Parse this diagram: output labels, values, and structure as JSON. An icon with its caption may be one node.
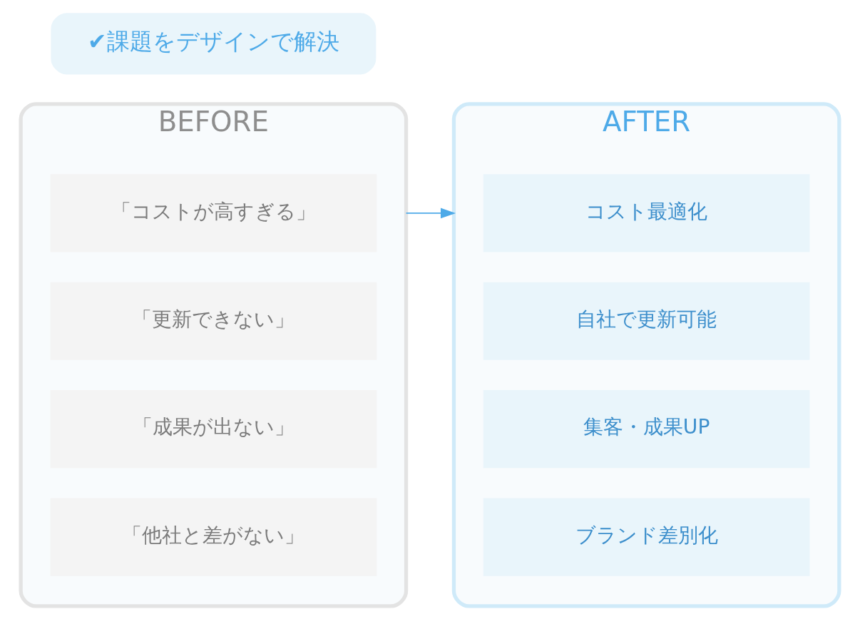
{
  "diagram": {
    "nodes": [
      {
        "text": [
          "BEFORE"
        ]
      },
      {
        "text": [
          "「コストが高すぎる」"
        ],
        "in": 0
      },
      {
        "text": [
          "「更新できない」"
        ],
        "in": 0
      },
      {
        "text": [
          "「成果が出ない」"
        ],
        "in": 0
      },
      {
        "text": [
          "「他社と差がない」"
        ],
        "in": 0
      },
      {
        "text": [
          "AFTER"
        ]
      },
      {
        "text": [
          "コスト最適化"
        ],
        "in": 5
      },
      {
        "text": [
          "自社で更新可能"
        ],
        "in": 5
      },
      {
        "text": [
          "集客・成果UP"
        ],
        "in": 5
      },
      {
        "text": [
          "ブランド差別化"
        ],
        "in": 5
      },
      {
        "text": [
          "✔課題をデザインで解決"
        ]
      }
    ],
    "edges": [
      {
        "from": 0,
        "to": 5,
        "arrow": "to",
        "color": "#4eaae8"
      }
    ]
  }
}
